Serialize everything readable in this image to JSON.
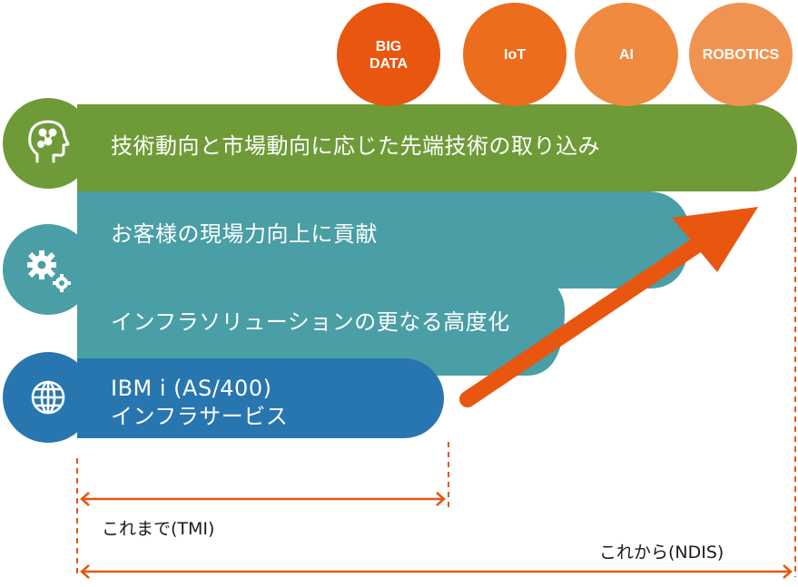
{
  "tech_circles": [
    {
      "label": "BIG\nDATA",
      "color": "#e8560f"
    },
    {
      "label": "IoT",
      "color": "#ec6d1e"
    },
    {
      "label": "AI",
      "color": "#ef8a3e"
    },
    {
      "label": "ROBOTICS",
      "color": "#f19350"
    }
  ],
  "bands": {
    "advanced": {
      "text": "技術動向と市場動向に応じた先端技術の取り込み",
      "color": "#6e9b38",
      "icon": "head-network-icon"
    },
    "customer": {
      "text": "お客様の現場力向上に貢献",
      "color": "#4a9ea5"
    },
    "infra_upgrade": {
      "text": "インフラソリューションの更なる高度化",
      "color": "#4a9ea5",
      "icon": "gears-icon"
    },
    "ibm": {
      "line1": "IBM i (AS/400)",
      "line2": "インフラサービス",
      "color": "#2876b0",
      "icon": "globe-icon"
    }
  },
  "timeline": {
    "past_label": "これまで(TMI)",
    "future_label": "これから(NDIS)",
    "line_color": "#e8560f"
  },
  "arrow_color": "#e8560f"
}
